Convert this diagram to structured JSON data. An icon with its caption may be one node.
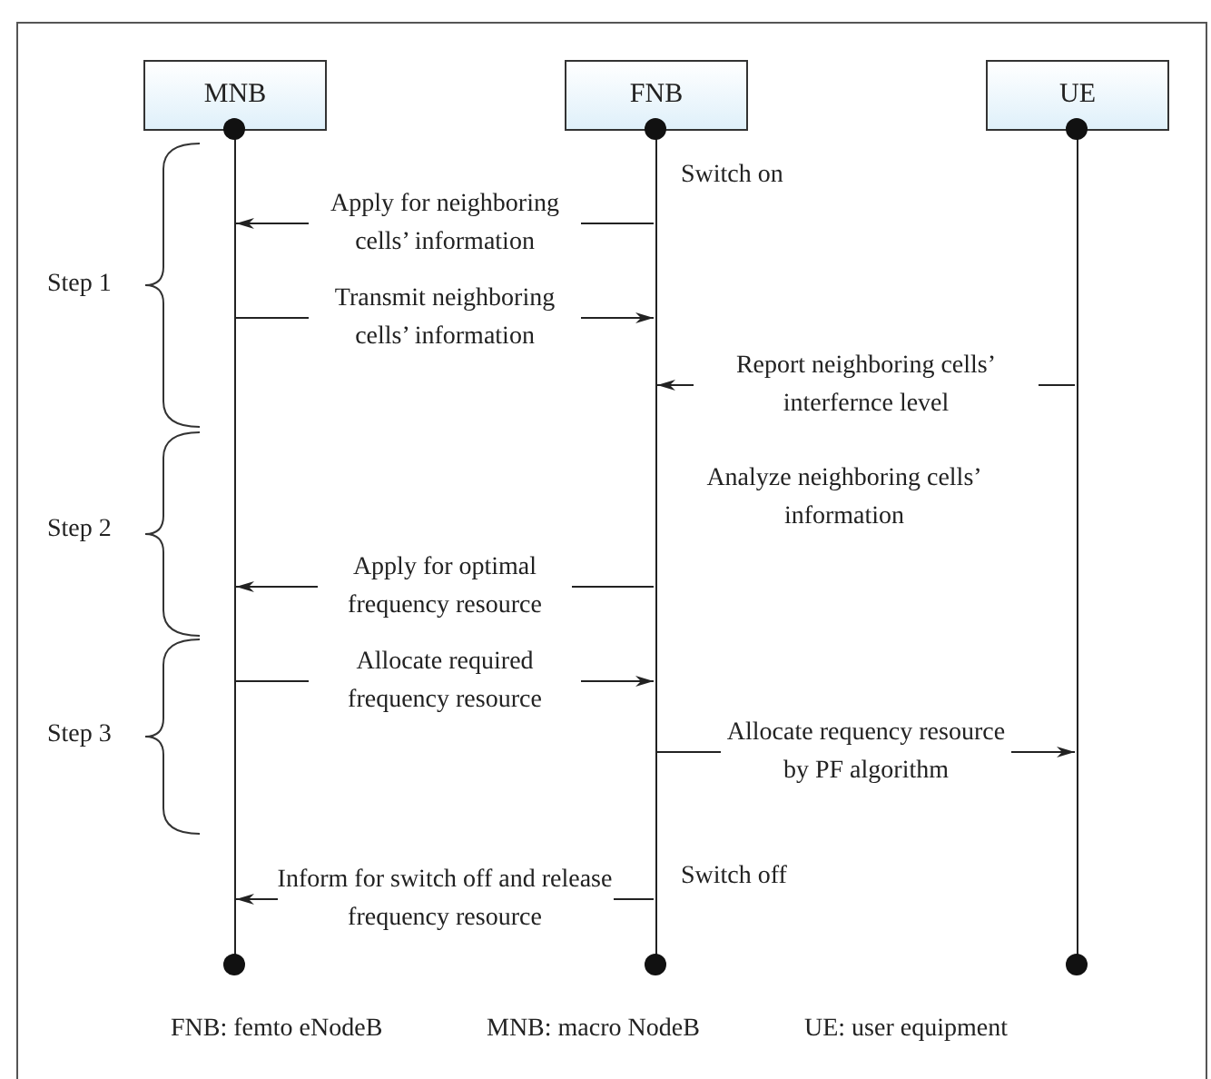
{
  "diagram": {
    "nodes": [
      {
        "text": [
          "MNB"
        ]
      },
      {
        "text": [
          "FNB"
        ]
      },
      {
        "text": [
          "UE"
        ]
      },
      {
        "text": [],
        "shape": "bar"
      },
      {
        "text": [],
        "shape": "bar",
        "beside": [
          "Switch on",
          "Analyze neighboring cells’ information",
          "Switch off"
        ]
      },
      {
        "text": [],
        "shape": "bar"
      }
    ],
    "edges": [
      {
        "from": 4,
        "to": 3,
        "arrow": "to",
        "label": "Apply for neighboring cells’ information"
      },
      {
        "from": 3,
        "to": 4,
        "arrow": "to",
        "label": "Transmit neighboring cells’ information"
      },
      {
        "from": 5,
        "to": 4,
        "arrow": "to",
        "label": "Report neighboring cells’ interfernce level"
      },
      {
        "from": 4,
        "to": 3,
        "arrow": "to",
        "label": "Apply for optimal frequency resource"
      },
      {
        "from": 3,
        "to": 4,
        "arrow": "to",
        "label": "Allocate required frequency resource"
      },
      {
        "from": 4,
        "to": 5,
        "arrow": "to",
        "label": "Allocate requency resource by PF algorithm"
      },
      {
        "from": 4,
        "to": 3,
        "arrow": "to",
        "label": "Inform for switch off and release frequency resource"
      }
    ],
    "labels": [
      "Step 1",
      "Step 2",
      "Step 3",
      "FNB: femto eNodeB",
      "MNB: macro NodeB",
      "UE: user equipment"
    ]
  }
}
